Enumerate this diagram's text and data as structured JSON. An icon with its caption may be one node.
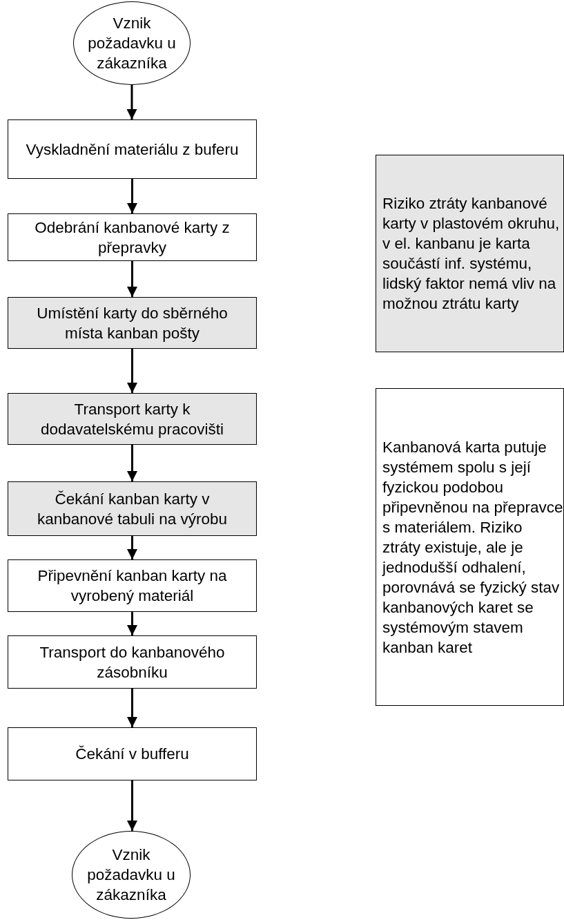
{
  "diagram": {
    "nodes": [
      {
        "text": [
          "Vznik požadavku u zákazníka"
        ]
      },
      {
        "text": [
          "Vyskladnění materiálu z buferu"
        ]
      },
      {
        "text": [
          "Odebrání kanbanové karty z přepravky"
        ]
      },
      {
        "text": [
          "Umístění karty do sběrného místa kanban pošty"
        ]
      },
      {
        "text": [
          "Transport karty k dodavatelskému pracovišti"
        ]
      },
      {
        "text": [
          "Čekání kanban karty v kanbanové tabuli na výrobu"
        ]
      },
      {
        "text": [
          "Připevnění kanban karty na vyrobený materiál"
        ]
      },
      {
        "text": [
          "Transport do kanbanového zásobníku"
        ]
      },
      {
        "text": [
          "Čekání v bufferu"
        ]
      },
      {
        "text": [
          "Vznik požadavku u zákazníka"
        ]
      },
      {
        "text": [
          "Riziko ztráty kanbanové karty v plastovém okruhu, v el. kanbanu je karta součástí inf. systému, lidský faktor nemá vliv na možnou ztrátu karty"
        ]
      },
      {
        "text": [
          "Kanbanová karta putuje systémem spolu s její fyzickou podobou připevněnou na přepravce s materiálem. Riziko ztráty existuje, ale je jednodušší odhalení, porovnává se fyzický stav kanbanových karet se systémovým stavem kanban karet"
        ]
      }
    ],
    "edges": [
      {
        "from": 0,
        "to": 1,
        "arrow": "to"
      },
      {
        "from": 1,
        "to": 2,
        "arrow": "to"
      },
      {
        "from": 2,
        "to": 3,
        "arrow": "to"
      },
      {
        "from": 3,
        "to": 4,
        "arrow": "to"
      },
      {
        "from": 4,
        "to": 5,
        "arrow": "to"
      },
      {
        "from": 5,
        "to": 6,
        "arrow": "to"
      },
      {
        "from": 6,
        "to": 7,
        "arrow": "to"
      },
      {
        "from": 7,
        "to": 8,
        "arrow": "to"
      },
      {
        "from": 8,
        "to": 9,
        "arrow": "to"
      }
    ]
  }
}
